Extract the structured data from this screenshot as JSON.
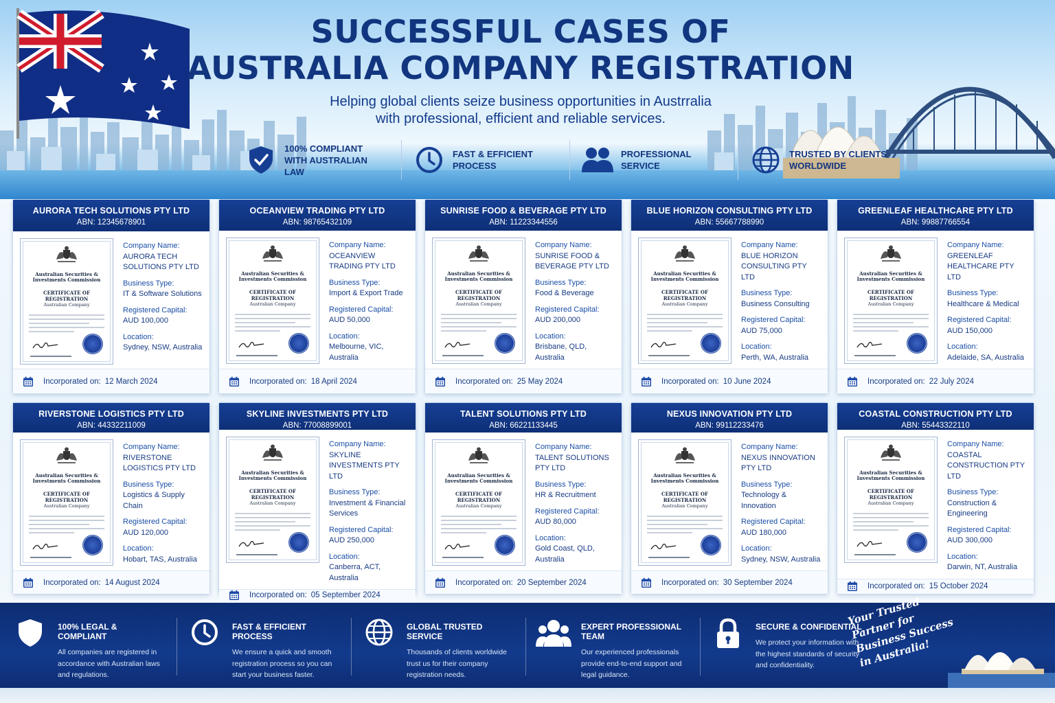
{
  "header": {
    "title_line1": "SUCCESSFUL CASES OF",
    "title_line2": "AUSTRALIA COMPANY REGISTRATION",
    "subtitle_line1": "Helping global clients seize business opportunities in Austrralia",
    "subtitle_line2": "with professional, efficient and reliable services."
  },
  "highlights": [
    {
      "icon": "shield-check-icon",
      "text": "100% COMPLIANT\nWITH AUSTRALIAN LAW"
    },
    {
      "icon": "clock-icon",
      "text": "FAST & EFFICIENT\nPROCESS"
    },
    {
      "icon": "people-icon",
      "text": "PROFESSIONAL\nSERVICE"
    },
    {
      "icon": "globe-icon",
      "text": "TRUSTED BY CLIENTS\nWORLDWIDE"
    }
  ],
  "labels": {
    "company_name": "Company Name:",
    "business_type": "Business Type:",
    "registered_capital": "Registered Capital:",
    "location": "Location:",
    "incorporated": "Incorporated on:"
  },
  "certificate": {
    "org": "Australian Securities & Investments Commission",
    "title": "CERTIFICATE OF REGISTRATION",
    "subtitle": "Australian Company"
  },
  "cards": [
    {
      "name": "AURORA TECH SOLUTIONS PTY LTD",
      "abn": "ABN: 12345678901",
      "company": "AURORA TECH SOLUTIONS PTY LTD",
      "type": "IT & Software Solutions",
      "capital": "AUD 100,000",
      "location": "Sydney, NSW, Australia",
      "date": "12 March 2024"
    },
    {
      "name": "OCEANVIEW TRADING PTY LTD",
      "abn": "ABN: 98765432109",
      "company": "OCEANVIEW TRADING PTY LTD",
      "type": "Import & Export Trade",
      "capital": "AUD 50,000",
      "location": "Melbourne, VIC, Australia",
      "date": "18 April 2024"
    },
    {
      "name": "SUNRISE FOOD & BEVERAGE PTY LTD",
      "abn": "ABN: 11223344556",
      "company": "SUNRISE FOOD & BEVERAGE PTY LTD",
      "type": "Food & Beverage",
      "capital": "AUD 200,000",
      "location": "Brisbane, QLD, Australia",
      "date": "25 May 2024"
    },
    {
      "name": "BLUE HORIZON CONSULTING PTY LTD",
      "abn": "ABN: 55667788990",
      "company": "BLUE HORIZON CONSULTING PTY LTD",
      "type": "Business Consulting",
      "capital": "AUD 75,000",
      "location": "Perth, WA, Australia",
      "date": "10 June 2024"
    },
    {
      "name": "GREENLEAF HEALTHCARE PTY LTD",
      "abn": "ABN: 99887766554",
      "company": "GREENLEAF HEALTHCARE PTY LTD",
      "type": "Healthcare & Medical",
      "capital": "AUD 150,000",
      "location": "Adelaide, SA, Australia",
      "date": "22 July 2024"
    },
    {
      "name": "RIVERSTONE LOGISTICS PTY LTD",
      "abn": "ABN: 44332211009",
      "company": "RIVERSTONE LOGISTICS PTY LTD",
      "type": "Logistics & Supply Chain",
      "capital": "AUD 120,000",
      "location": "Hobart, TAS, Australia",
      "date": "14 August 2024"
    },
    {
      "name": "SKYLINE INVESTMENTS PTY LTD",
      "abn": "ABN: 77008899001",
      "company": "SKYLINE INVESTMENTS PTY LTD",
      "type": "Investment & Financial Services",
      "capital": "AUD 250,000",
      "location": "Canberra, ACT, Australia",
      "date": "05 September 2024"
    },
    {
      "name": "TALENT SOLUTIONS PTY LTD",
      "abn": "ABN: 66221133445",
      "company": "TALENT SOLUTIONS PTY LTD",
      "type": "HR & Recruitment",
      "capital": "AUD 80,000",
      "location": "Gold Coast, QLD, Australia",
      "date": "20 September 2024"
    },
    {
      "name": "NEXUS INNOVATION PTY LTD",
      "abn": "ABN: 99112233476",
      "company": "NEXUS INNOVATION PTY LTD",
      "type": "Technology & Innovation",
      "capital": "AUD 180,000",
      "location": "Sydney, NSW, Australia",
      "date": "30 September 2024"
    },
    {
      "name": "COASTAL CONSTRUCTION PTY LTD",
      "abn": "ABN: 55443322110",
      "company": "COASTAL CONSTRUCTION PTY LTD",
      "type": "Construction & Engineering",
      "capital": "AUD 300,000",
      "location": "Darwin, NT, Australia",
      "date": "15 October 2024"
    }
  ],
  "features": [
    {
      "icon": "shield-check-icon",
      "title": "100% LEGAL & COMPLIANT",
      "desc": "All companies are registered in accordance with Australian laws and regulations."
    },
    {
      "icon": "clock-icon",
      "title": "FAST & EFFICIENT PROCESS",
      "desc": "We ensure a quick and smooth registration process so you can start your business faster."
    },
    {
      "icon": "globe-icon",
      "title": "GLOBAL TRUSTED SERVICE",
      "desc": "Thousands of clients worldwide trust us for their company registration needs."
    },
    {
      "icon": "team-icon",
      "title": "EXPERT PROFESSIONAL TEAM",
      "desc": "Our experienced professionals provide end-to-end support and legal guidance."
    },
    {
      "icon": "lock-icon",
      "title": "SECURE & CONFIDENTIAL",
      "desc": "We protect your information with the highest standards of security and confidentiality."
    }
  ],
  "tagline": "Your Trusted Partner for Business Success in Australia!",
  "colors": {
    "primary": "#12357f",
    "card_header": "#163f94",
    "band": "#123a8c",
    "accent": "#1a4ea6"
  }
}
